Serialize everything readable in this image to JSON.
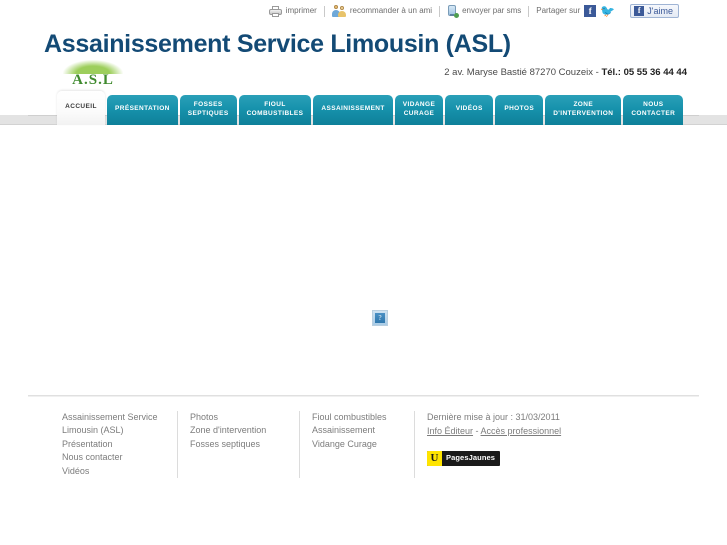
{
  "topbar": {
    "items": [
      {
        "icon": "printer-icon",
        "label": "imprimer"
      },
      {
        "icon": "people-icon",
        "label": "recommander à un ami"
      },
      {
        "icon": "sms-icon",
        "label": "envoyer par sms"
      }
    ],
    "share_label": "Partager sur",
    "facebook_glyph": "f",
    "twitter_glyph": "ᴠ",
    "like_label": "J'aime"
  },
  "header": {
    "title": "Assainissement Service Limousin (ASL)",
    "address": "2 av. Maryse Bastié 87270 Couzeix",
    "separator": "-",
    "phone": "Tél.: 05 55 36 44 44",
    "logo_text": "A.S.L"
  },
  "nav": {
    "tabs": [
      {
        "label": "ACCUEIL",
        "name": "tab-accueil",
        "active": true
      },
      {
        "label": "PRÉSENTATION",
        "name": "tab-presentation",
        "active": false
      },
      {
        "label": "FOSSES\nSEPTIQUES",
        "name": "tab-fosses-septiques",
        "active": false
      },
      {
        "label": "FIOUL\nCOMBUSTIBLES",
        "name": "tab-fioul-combustibles",
        "active": false
      },
      {
        "label": "ASSAINISSEMENT",
        "name": "tab-assainissement",
        "active": false
      },
      {
        "label": "VIDANGE\nCURAGE",
        "name": "tab-vidange-curage",
        "active": false
      },
      {
        "label": "VIDÉOS",
        "name": "tab-videos",
        "active": false
      },
      {
        "label": "PHOTOS",
        "name": "tab-photos",
        "active": false
      },
      {
        "label": "ZONE\nD'INTERVENTION",
        "name": "tab-zone-intervention",
        "active": false
      },
      {
        "label": "NOUS\nCONTACTER",
        "name": "tab-nous-contacter",
        "active": false
      }
    ]
  },
  "content": {
    "broken_image_glyph": "?"
  },
  "footer": {
    "col1": [
      "Assainissement Service",
      "Limousin (ASL)",
      "Présentation",
      "Nous contacter",
      "Vidéos"
    ],
    "col2": [
      "Photos",
      "Zone d'intervention",
      "Fosses septiques"
    ],
    "col3": [
      "Fioul combustibles",
      "Assainissement",
      "Vidange Curage"
    ],
    "last_update": "Dernière mise à jour : 31/03/2011",
    "info_editeur": "Info Éditeur",
    "links_dash": " - ",
    "acces_pro": "Accès professionnel",
    "pagesjaunes": {
      "mark": "U",
      "text": "PagesJaunes"
    }
  },
  "colors": {
    "title": "#134a75",
    "tab": "#1792ac",
    "accent_yellow": "#ffe400",
    "facebook": "#3b5998",
    "twitter": "#49b3e8",
    "logo_green": "#3f8a2e"
  }
}
